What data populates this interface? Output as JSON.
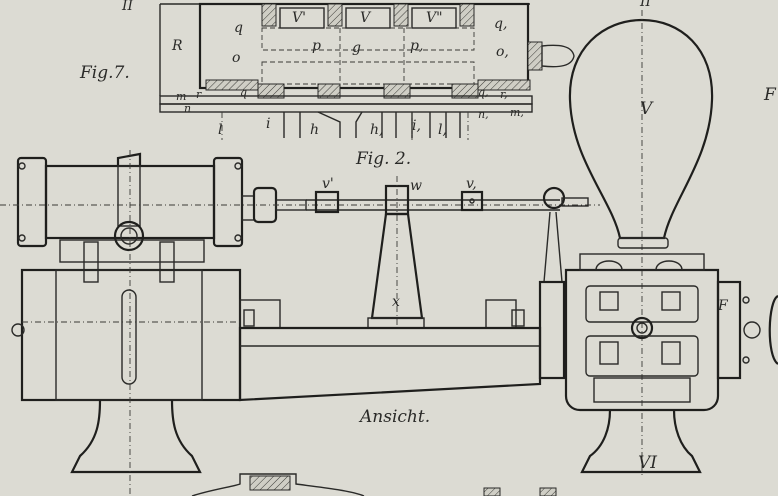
{
  "figures": {
    "fig7": "Fig.7.",
    "fig2": "Fig. 2.",
    "ansicht": "Ansicht.",
    "fig_right_partial": "F"
  },
  "section_marks": {
    "top_left": "II",
    "top_right": "II",
    "vessel": "V",
    "bottom": "VI"
  },
  "cylinder_labels": {
    "R": "R",
    "q": "q",
    "o": "o",
    "p": "p",
    "g": "g",
    "p1": "p,",
    "q1": "q,",
    "o1": "o,",
    "V1": "V'",
    "V": "V",
    "V2": "V\"",
    "m": "m",
    "r": "r",
    "n": "n",
    "q_b": "q",
    "q1_b": "q,",
    "r1": "r,",
    "n1": "n,",
    "m1": "m,",
    "l": "l",
    "i": "i",
    "h": "h",
    "h1": "h,",
    "i1": "i,",
    "l1": "l,"
  },
  "rod_labels": {
    "v_prime": "v'",
    "w": "w",
    "v1": "v,",
    "x": "x",
    "F": "F"
  }
}
